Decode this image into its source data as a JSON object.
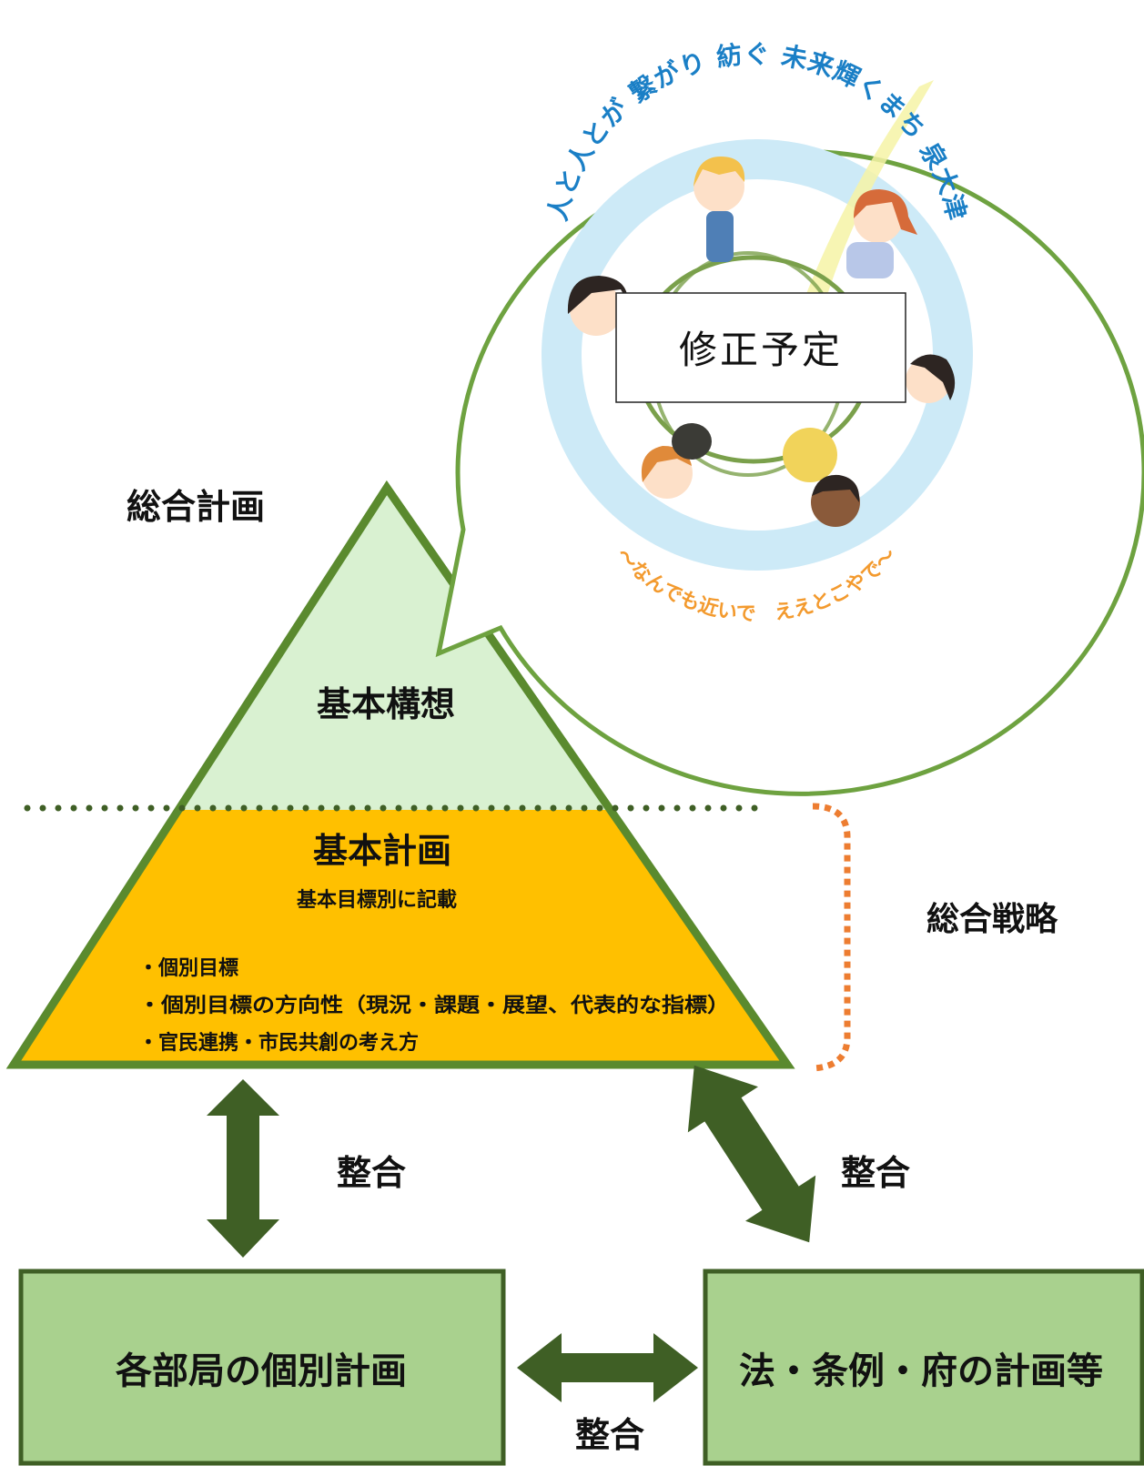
{
  "labels": {
    "comprehensive_plan": "総合計画",
    "basic_concept": "基本構想",
    "basic_plan": "基本計画",
    "basic_plan_sub": "基本目標別に記載",
    "bullets": [
      "・個別目標",
      "・個別目標の方向性（現況・課題・展望、代表的な指標）",
      "・官民連携・市民共創の考え方"
    ],
    "comprehensive_strategy": "総合戦略",
    "alignment": "整合",
    "departmental_plans": "各部局の個別計画",
    "laws_and_plans": "法・条例・府の計画等"
  },
  "vision_badge": {
    "slogan": "人と人とが 繋がり 紡ぐ 未来輝くまち 泉大津",
    "tagline": "～なんでも近いで　ええとこやで～",
    "placeholder": "修正予定"
  },
  "colors": {
    "green_dark": "#3f5f25",
    "green_mid": "#6ea240",
    "green_light": "#d9f1d1",
    "box_green": "#a9d18e",
    "orange_fill": "#ffc000",
    "dotted_orange": "#ed7d31",
    "ring_blue": "#cdeaf7",
    "slogan_blue": "#1a7fc6",
    "tagline_orange": "#f39a2e"
  }
}
